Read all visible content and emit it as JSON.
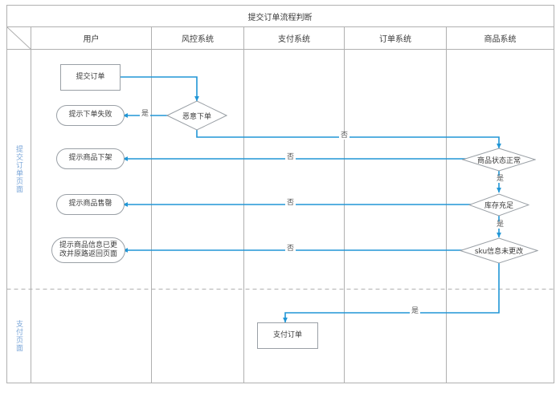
{
  "diagram": {
    "title": "提交订单流程判断",
    "type": "swimlane-flowchart",
    "lanes": [
      {
        "id": "user",
        "label": "用户"
      },
      {
        "id": "risk",
        "label": "风控系统"
      },
      {
        "id": "pay",
        "label": "支付系统"
      },
      {
        "id": "order",
        "label": "订单系统"
      },
      {
        "id": "goods",
        "label": "商品系统"
      }
    ],
    "phases": [
      {
        "id": "submit",
        "label": "提交订单页面"
      },
      {
        "id": "payment",
        "label": "支付页面"
      }
    ],
    "nodes": {
      "submit_order": "提交订单",
      "tip_order_fail": "提示下单失败",
      "malicious_order": "恶意下单",
      "goods_status_ok": "商品状态正常",
      "tip_goods_offshelf": "提示商品下架",
      "stock_enough": "库存充足",
      "tip_goods_soldout": "提示商品售罄",
      "sku_unchanged": "sku信息未更改",
      "tip_sku_changed_line1": "提示商品信息已更",
      "tip_sku_changed_line2": "改并原路返回页面",
      "pay_order": "支付订单"
    },
    "edge_labels": {
      "yes_malicious": "是",
      "no_malicious": "否",
      "no_goods_status": "否",
      "yes_goods_status": "是",
      "no_stock": "否",
      "yes_stock": "是",
      "no_sku": "否",
      "yes_sku": "是"
    },
    "colors": {
      "flow_line": "#2196d6",
      "node_border": "#9aa0a6",
      "grid_line": "#b0b0b0",
      "phase_text": "#7aa6d8",
      "node_text": "#3a3a3a"
    }
  }
}
